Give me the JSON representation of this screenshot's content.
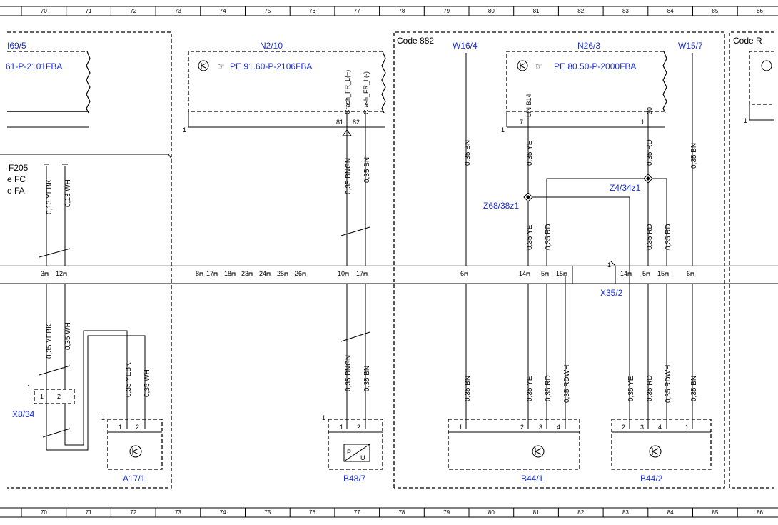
{
  "ruler": {
    "columns": [
      "70",
      "71",
      "72",
      "73",
      "74",
      "75",
      "76",
      "77",
      "78",
      "79",
      "80",
      "81",
      "82",
      "83",
      "84",
      "85",
      "86"
    ]
  },
  "code_labels": {
    "code882": "Code 882",
    "codeR": "Code R"
  },
  "components": {
    "i69": {
      "ref": "I69/5",
      "pe": "61-P-2101FBA"
    },
    "n2_10": {
      "ref": "N2/10",
      "pe": "PE 91.60-P-2106FBA",
      "pin_left": "1",
      "pin81": "81",
      "pin82": "82",
      "sig1": "Crash_FR_L(+)",
      "sig2": "Crash_FR_L(-)"
    },
    "w16_4": {
      "ref": "W16/4"
    },
    "n26_3": {
      "ref": "N26/3",
      "pe": "PE 80.50-P-2000FBA",
      "pin_left": "1",
      "pin7": "7",
      "pin1": "1",
      "sig1": "LIN B14",
      "sig2": "30"
    },
    "w15_7": {
      "ref": "W15/7"
    },
    "f205": {
      "line1": "F205",
      "line2": "e FC",
      "line3": "e FA"
    },
    "x8_34": {
      "ref": "X8/34",
      "pin_left": "1",
      "pin1": "1",
      "pin2": "2"
    },
    "a17_1": {
      "ref": "A17/1",
      "pin_left": "1",
      "pin1": "1",
      "pin2": "2"
    },
    "b48_7": {
      "ref": "B48/7",
      "pin_left": "1",
      "pin1": "1",
      "pin2": "2",
      "p": "P",
      "u": "U"
    },
    "b44_1": {
      "ref": "B44/1",
      "pin1": "1",
      "pin2": "2",
      "pin3": "3",
      "pin4": "4"
    },
    "b44_2": {
      "ref": "B44/2",
      "pin2": "2",
      "pin3": "3",
      "pin4": "4",
      "pin1": "1"
    },
    "x35_2": {
      "ref": "X35/2",
      "pin_left": "1"
    },
    "z68": {
      "ref": "Z68/38z1"
    },
    "z4": {
      "ref": "Z4/34z1"
    }
  },
  "connector_pins": {
    "p3": "3",
    "p12": "12",
    "p8": "8",
    "p17a": "17",
    "p18": "18",
    "p23": "23",
    "p24": "24",
    "p25": "25",
    "p26": "26",
    "p10": "10",
    "p17b": "17",
    "p6a": "6",
    "p14a": "14",
    "p5a": "5",
    "p15a": "15",
    "p14b": "14",
    "p5b": "5",
    "p15b": "15",
    "p6b": "6"
  },
  "wire_labels": {
    "w013yebk": "0,13 YEBK",
    "w013wh": "0,13 WH",
    "w035yebk_a": "0,35 YEBK",
    "w035wh_a": "0,35 WH",
    "w035yebk_b": "0,35 YEBK",
    "w035wh_b": "0,35 WH",
    "w035bngn_a": "0,35 BNGN",
    "w035bn_a": "0,35 BN",
    "w035bngn_b": "0,35 BNGN",
    "w035bn_b": "0,35 BN",
    "w16_bn_a": "0,35 BN",
    "w16_bn_b": "0,35 BN",
    "n26_ye": "0,35 YE",
    "n26_rd": "0,35 RD",
    "z68_ye": "0,35 YE",
    "z68_rd": "0,35 RD",
    "z4_rd": "0,35 RD",
    "z4_rd2": "0,35 RD",
    "w15_bn_a": "0,35 BN",
    "w15_bn_b": "0,35 BN",
    "b441_ye": "0,35 YE",
    "b441_rd": "0,35 RD",
    "b441_rdwh": "0,35 RDWH",
    "b442_ye": "0,35 YE",
    "b442_rd": "0,35 RD",
    "b442_rdwh": "0,35 RDWH"
  }
}
